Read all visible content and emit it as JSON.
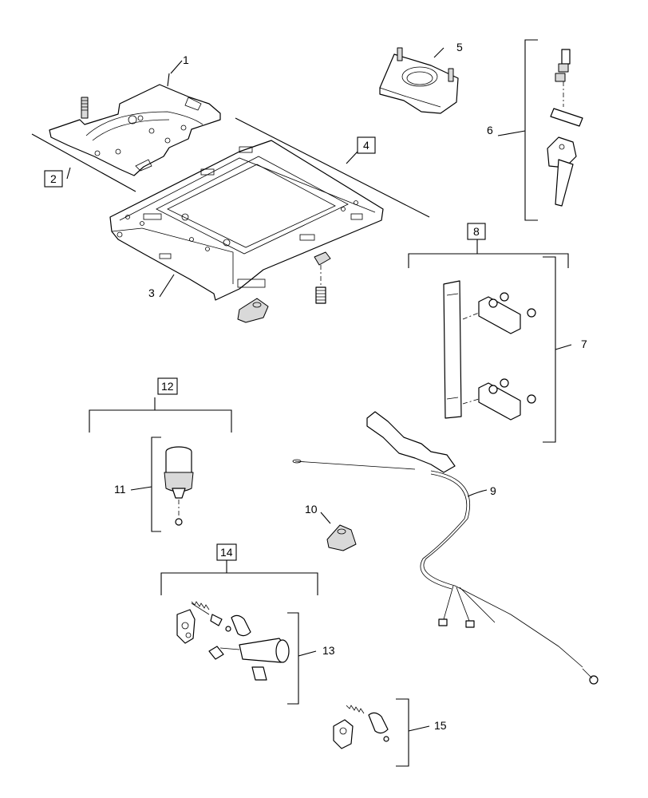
{
  "diagram": {
    "callouts": [
      {
        "id": "c1",
        "label": "1",
        "boxed": false
      },
      {
        "id": "c2",
        "label": "2",
        "boxed": true
      },
      {
        "id": "c3",
        "label": "3",
        "boxed": false
      },
      {
        "id": "c4",
        "label": "4",
        "boxed": true
      },
      {
        "id": "c5",
        "label": "5",
        "boxed": false
      },
      {
        "id": "c6",
        "label": "6",
        "boxed": false
      },
      {
        "id": "c7",
        "label": "7",
        "boxed": false
      },
      {
        "id": "c8",
        "label": "8",
        "boxed": true
      },
      {
        "id": "c9",
        "label": "9",
        "boxed": false
      },
      {
        "id": "c10",
        "label": "10",
        "boxed": false
      },
      {
        "id": "c11",
        "label": "11",
        "boxed": false
      },
      {
        "id": "c12",
        "label": "12",
        "boxed": true
      },
      {
        "id": "c13",
        "label": "13",
        "boxed": false
      },
      {
        "id": "c14",
        "label": "14",
        "boxed": true
      },
      {
        "id": "c15",
        "label": "15",
        "boxed": false
      }
    ]
  }
}
